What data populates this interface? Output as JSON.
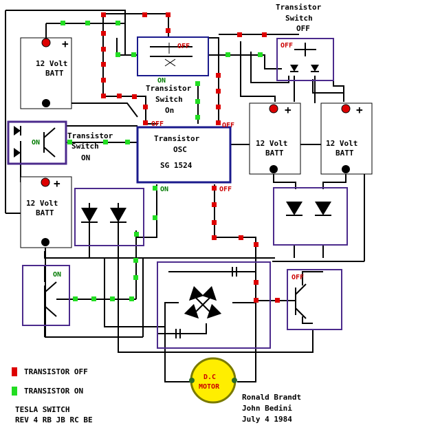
{
  "labels": {
    "transistor_switch_off_top": [
      "Transistor",
      "Switch",
      "OFF"
    ],
    "transistor_switch_on_mid": [
      "Transistor",
      "Switch",
      "On"
    ],
    "transistor_switch_on_left": [
      "Transistor",
      "Switch",
      "ON"
    ],
    "battery": [
      "12 Volt",
      "BATT"
    ],
    "oscillator": [
      "Transistor",
      "OSC",
      "SG 1524"
    ],
    "motor": [
      "D.C",
      "MOTOR"
    ],
    "plus": "+",
    "off": "OFF",
    "on": "ON"
  },
  "legend": {
    "off": "TRANSISTOR OFF",
    "on": "TRANSISTOR ON",
    "off_color": "#dd0000",
    "on_color": "#22dd22"
  },
  "title": [
    "TESLA SWITCH",
    "REV 4 RB JB RC BE"
  ],
  "credits": [
    "Ronald Brandt",
    "John Bedini",
    "July 4 1984"
  ],
  "colors": {
    "wire": "#000000",
    "box": "#4b2a8c",
    "osc_box": "#1a1a8c",
    "motor_fill": "#ffee00",
    "terminal_positive": "#dd0000"
  }
}
